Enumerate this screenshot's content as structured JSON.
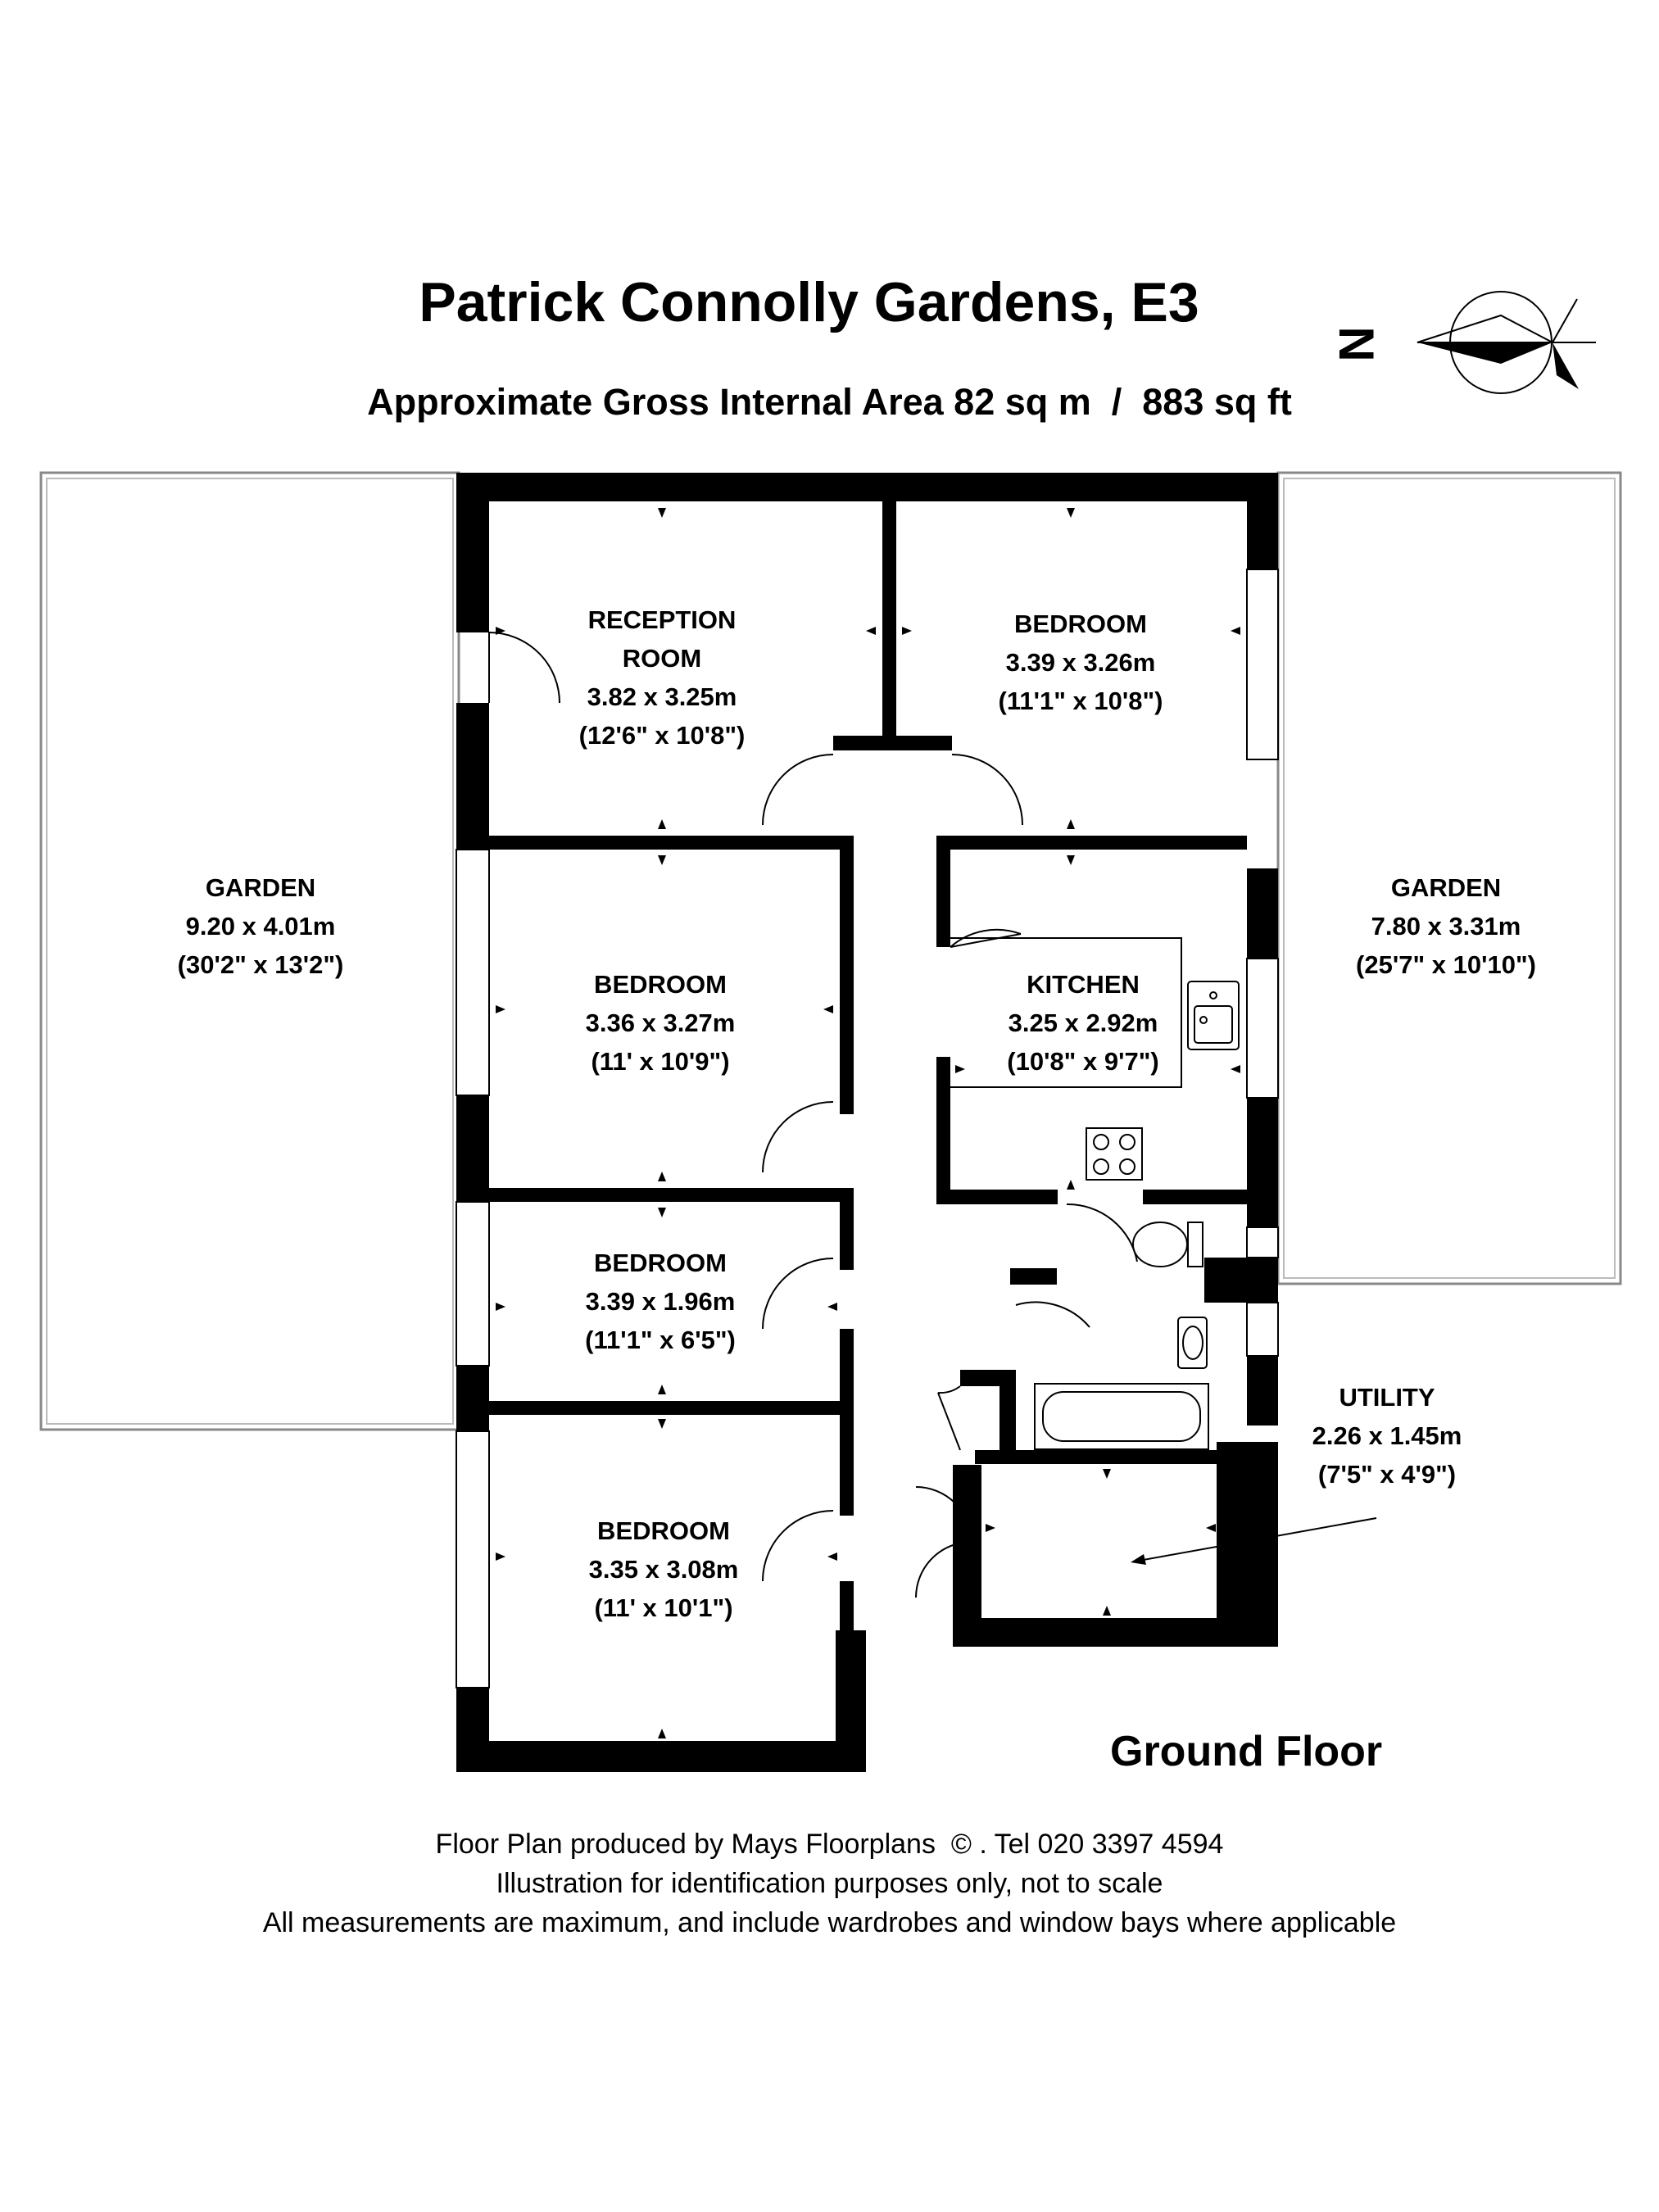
{
  "header": {
    "title": "Patrick Connolly Gardens, E3",
    "area": "Approximate Gross Internal Area 82 sq m  /  883 sq ft"
  },
  "compass": {
    "letter": "N",
    "icon": "north-arrow-icon"
  },
  "rooms": {
    "reception": {
      "name1": "RECEPTION",
      "name2": "ROOM",
      "metric": "3.82 x 3.25m",
      "imperial": "(12'6\" x 10'8\")"
    },
    "bedroom_ne": {
      "name": "BEDROOM",
      "metric": "3.39 x 3.26m",
      "imperial": "(11'1\" x 10'8\")"
    },
    "bedroom_w": {
      "name": "BEDROOM",
      "metric": "3.36 x 3.27m",
      "imperial": "(11' x 10'9\")"
    },
    "kitchen": {
      "name": "KITCHEN",
      "metric": "3.25 x 2.92m",
      "imperial": "(10'8\" x 9'7\")"
    },
    "bedroom_small": {
      "name": "BEDROOM",
      "metric": "3.39 x 1.96m",
      "imperial": "(11'1\" x 6'5\")"
    },
    "bedroom_sw": {
      "name": "BEDROOM",
      "metric": "3.35 x 3.08m",
      "imperial": "(11' x 10'1\")"
    },
    "garden_left": {
      "name": "GARDEN",
      "metric": "9.20 x 4.01m",
      "imperial": "(30'2\" x 13'2\")"
    },
    "garden_right": {
      "name": "GARDEN",
      "metric": "7.80 x 3.31m",
      "imperial": "(25'7\" x 10'10\")"
    },
    "utility": {
      "name": "UTILITY",
      "metric": "2.26 x 1.45m",
      "imperial": "(7'5\" x 4'9\")"
    }
  },
  "floor_label": "Ground Floor",
  "footer": {
    "line1": "Floor Plan produced by Mays Floorplans  © . Tel 020 3397 4594",
    "line2": "Illustration for identification purposes only, not to scale",
    "line3": "All measurements are maximum, and include wardrobes and window bays where applicable"
  }
}
